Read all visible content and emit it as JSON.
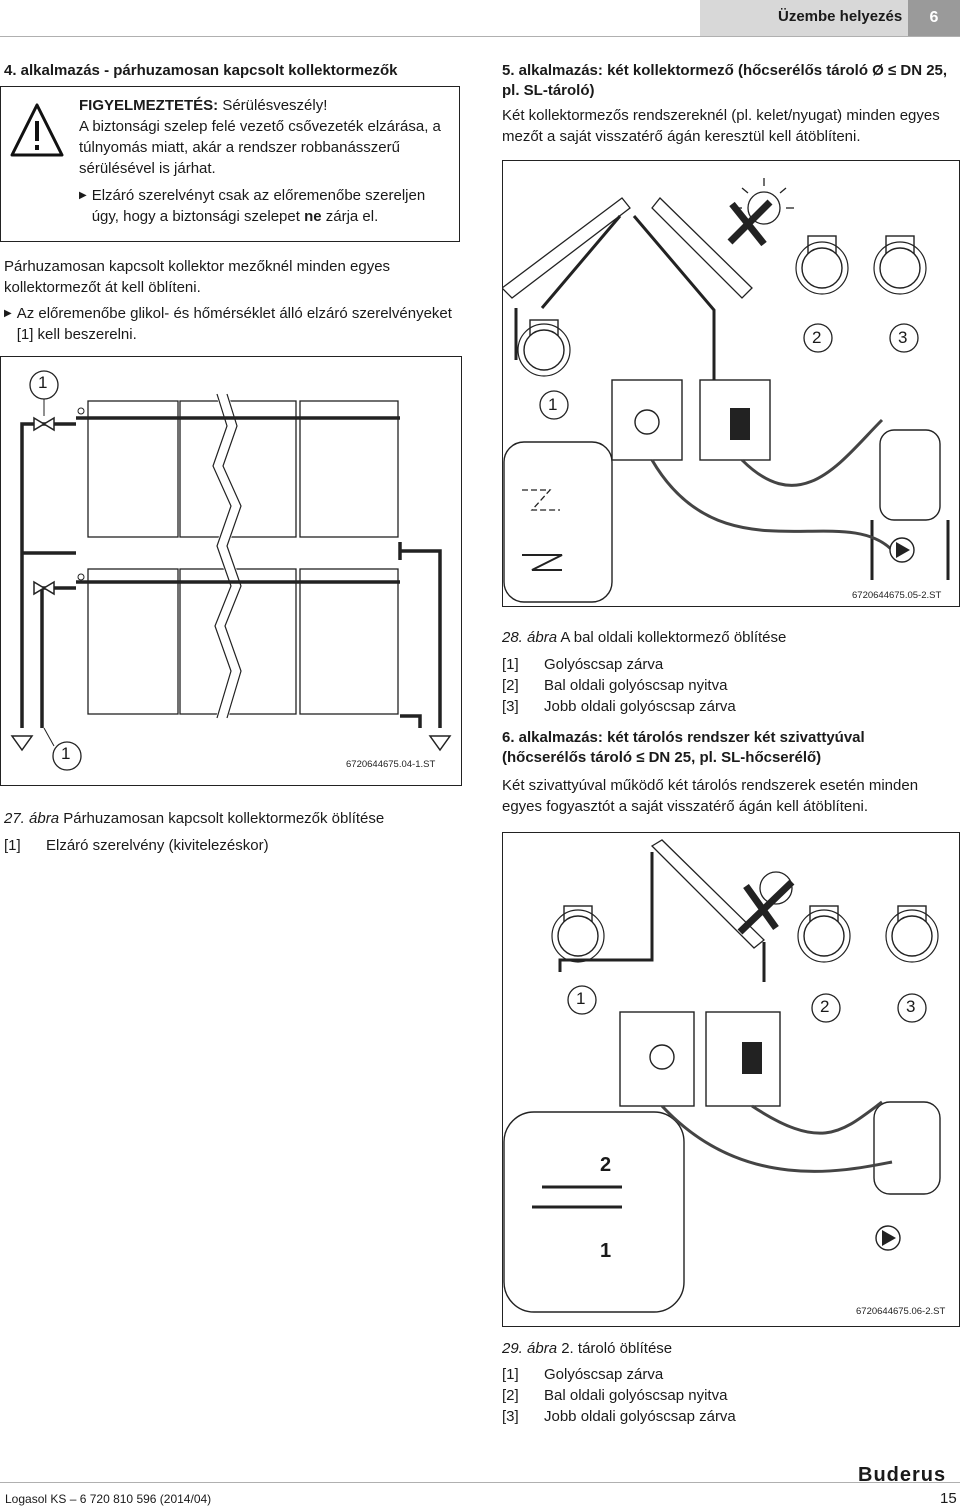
{
  "header": {
    "section": "Üzembe helyezés",
    "page_box": "6"
  },
  "left": {
    "title": "4. alkalmazás - párhuzamosan kapcsolt kollektormezők",
    "warning": {
      "head_bold": "FIGYELMEZTETÉS:",
      "head_rest": " Sérülésveszély!",
      "body": "A biztonsági szelep felé vezető csővezeték elzárása, a túlnyomás miatt, akár a rendszer robbanásszerű sérülésével is járhat.",
      "bullet_a": "Elzáró szerelvényt csak az előremenőbe szereljen úgy, hogy a biztonsági szelepet ",
      "bullet_bold": "ne",
      "bullet_b": " zárja el."
    },
    "para": "Párhuzamosan kapcsolt kollektor mezőknél minden egyes kollektormezőt át kell öblíteni.",
    "bullet": "Az előremenőbe glikol- és hőmérséklet álló elzáró szerelvényeket [1] kell beszerelni.",
    "fig_labels": [
      "1",
      "1"
    ],
    "fig_id": "6720644675.04-1.ST",
    "caption_num": "27. ábra",
    "caption_text": "Párhuzamosan kapcsolt kollektormezők öblítése",
    "legend": [
      {
        "key": "[1]",
        "text": "Elzáró szerelvény (kivitelezéskor)"
      }
    ]
  },
  "right": {
    "title5_line1": "5. alkalmazás: két kollektormező (hőcserélős tároló Ø  ≤  DN 25,",
    "title5_line2": "pl. SL-tároló)",
    "para5": "Két kollektormezős rendszereknél (pl. kelet/nyugat) minden egyes mezőt a saját visszatérő ágán keresztül kell átöblíteni.",
    "fig28_labels": [
      "1",
      "2",
      "3"
    ],
    "fig28_id": "6720644675.05-2.ST",
    "caption28_num": "28. ábra",
    "caption28_text": "A bal oldali kollektormező öblítése",
    "legend28": [
      {
        "key": "[1]",
        "text": "Golyóscsap zárva"
      },
      {
        "key": "[2]",
        "text": "Bal oldali golyóscsap nyitva"
      },
      {
        "key": "[3]",
        "text": "Jobb oldali golyóscsap zárva"
      }
    ],
    "title6_line1": "6. alkalmazás: két tárolós rendszer két szivattyúval",
    "title6_line2": "(hőcserélős tároló  ≤  DN 25, pl. SL-hőcserélő)",
    "para6": "Két szivattyúval működő két tárolós rendszerek esetén minden egyes fogyasztót a saját visszatérő ágán kell átöblíteni.",
    "fig29_labels": [
      "1",
      "2",
      "3",
      "2",
      "1"
    ],
    "fig29_id": "6720644675.06-2.ST",
    "caption29_num": "29. ábra",
    "caption29_text": "2. tároló öblítése",
    "legend29": [
      {
        "key": "[1]",
        "text": "Golyóscsap zárva"
      },
      {
        "key": "[2]",
        "text": "Bal oldali golyóscsap nyitva"
      },
      {
        "key": "[3]",
        "text": "Jobb oldali golyóscsap zárva"
      }
    ]
  },
  "footer": {
    "left": "Logasol KS – 6 720 810 596 (2014/04)",
    "page": "15",
    "brand": "Buderus"
  }
}
